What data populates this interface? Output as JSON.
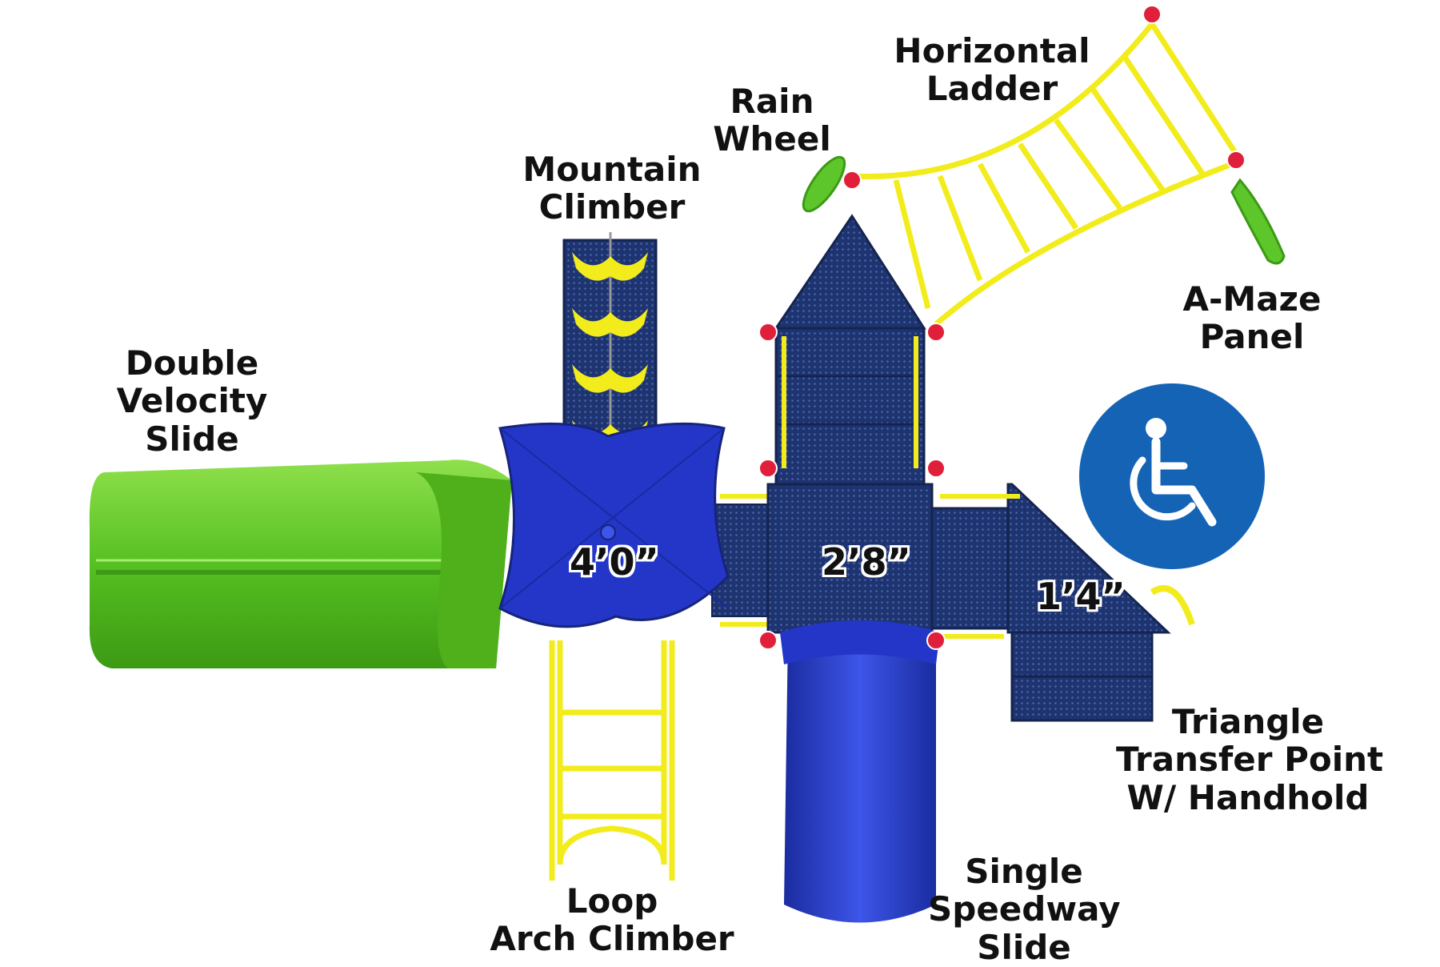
{
  "labels": {
    "double_velocity_slide": [
      "Double",
      "Velocity",
      "Slide"
    ],
    "mountain_climber": [
      "Mountain",
      "Climber"
    ],
    "rain_wheel": [
      "Rain",
      "Wheel"
    ],
    "horizontal_ladder": [
      "Horizontal",
      "Ladder"
    ],
    "a_maze_panel": [
      "A-Maze",
      "Panel"
    ],
    "triangle_transfer_point": [
      "Triangle",
      "Transfer Point",
      "W/ Handhold"
    ],
    "single_speedway_slide": [
      "Single",
      "Speedway",
      "Slide"
    ],
    "loop_arch_climber": [
      "Loop",
      "Arch Climber"
    ]
  },
  "deck_heights": {
    "main_roof": "4’0”",
    "center_deck": "2’8”",
    "transfer_deck": "1’4”"
  },
  "icons": {
    "accessibility": "wheelchair-icon"
  },
  "colors": {
    "deck_navy": "#1e3470",
    "roof_blue": "#2436c8",
    "slide_green": "#5cc62a",
    "rail_yellow": "#f2ec1c",
    "post_red": "#e0203a",
    "accessibility_blue": "#1563b5"
  }
}
